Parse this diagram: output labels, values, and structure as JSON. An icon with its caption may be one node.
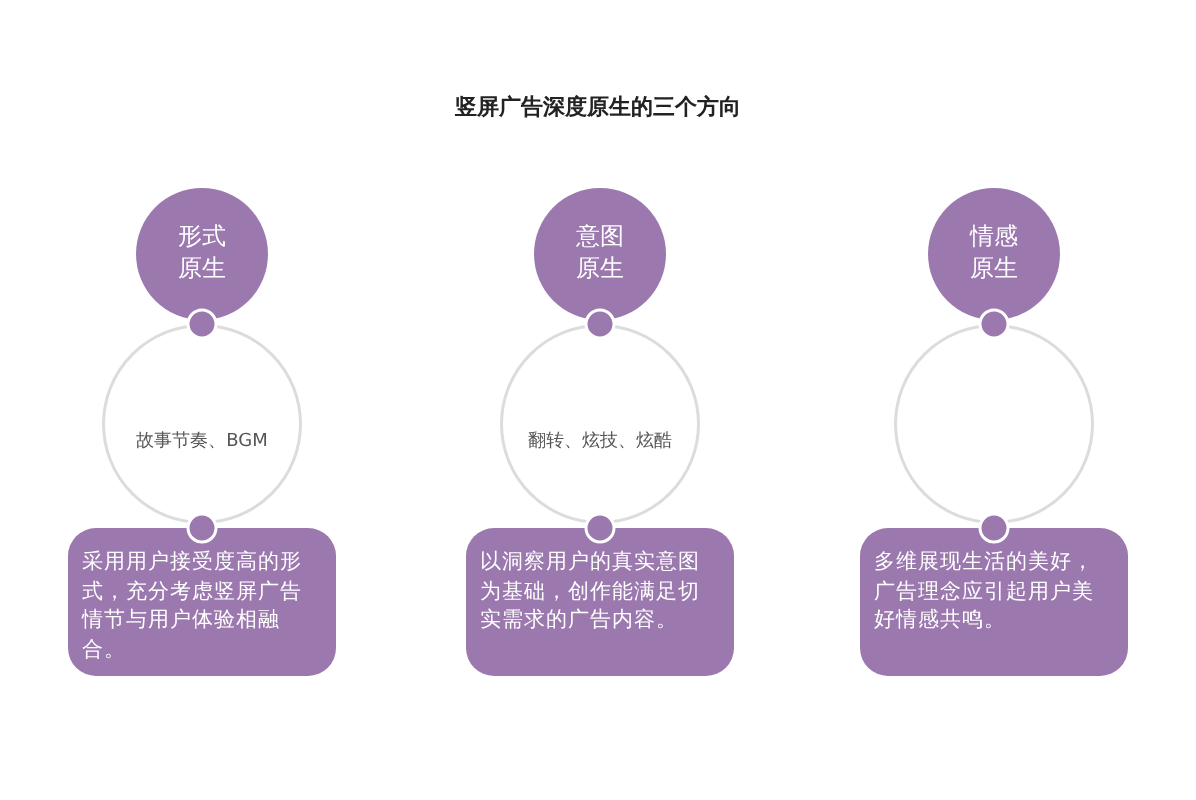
{
  "diagram": {
    "title": "竖屏广告深度原生的三个方向",
    "nodes": [
      {
        "text": [
          "形式原生"
        ]
      },
      {
        "text": [
          "故事节奏、BGM"
        ]
      },
      {
        "text": [
          "采用用户接受度高的形式，充分考虑竖屏广告情节与用户体验相融合。"
        ]
      },
      {
        "text": [
          "意图原生"
        ]
      },
      {
        "text": [
          "翻转、炫技、炫酷"
        ]
      },
      {
        "text": [
          "以洞察用户的真实意图为基础，创作能满足切实需求的广告内容。"
        ]
      },
      {
        "text": [
          "情感原生"
        ]
      },
      {
        "text": [],
        "shape": "circle"
      },
      {
        "text": [
          "多维展现生活的美好，广告理念应引起用户美好情感共鸣。"
        ]
      }
    ],
    "edges": [
      {
        "from": 0,
        "to": 1,
        "arrow": "other"
      },
      {
        "from": 1,
        "to": 2,
        "arrow": "other"
      },
      {
        "from": 3,
        "to": 4,
        "arrow": "other"
      },
      {
        "from": 4,
        "to": 5,
        "arrow": "other"
      },
      {
        "from": 6,
        "to": 7,
        "arrow": "other"
      },
      {
        "from": 7,
        "to": 8,
        "arrow": "other"
      }
    ]
  }
}
